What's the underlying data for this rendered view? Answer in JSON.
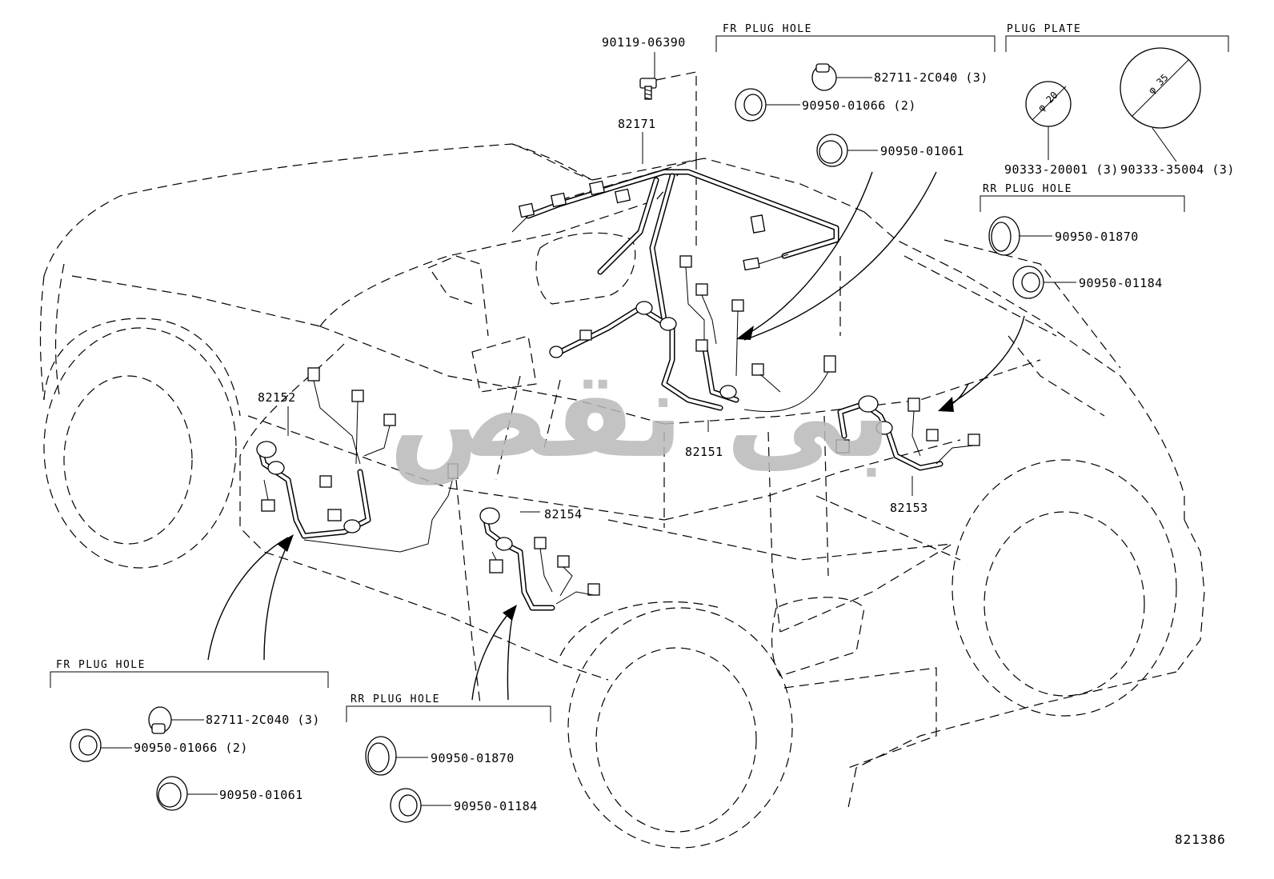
{
  "part_numbers": {
    "clip_bolt": "90119-06390",
    "harness_roof": "82171",
    "harness_front": "82152",
    "harness_floor": "82151",
    "harness_rear_left": "82154",
    "harness_rear_right": "82153"
  },
  "groups": {
    "top_fr": {
      "title": "FR PLUG HOLE",
      "items": [
        "82711-2C040 (3)",
        "90950-01066 (2)",
        "90950-01061"
      ]
    },
    "top_plate": {
      "title": "PLUG PLATE",
      "items": [
        "90333-20001 (3)",
        "90333-35004 (3)"
      ],
      "dims": [
        "φ 20",
        "φ 35"
      ]
    },
    "top_rr": {
      "title": "RR PLUG HOLE",
      "items": [
        "90950-01870",
        "90950-01184"
      ]
    },
    "bottom_fr": {
      "title": "FR PLUG HOLE",
      "items": [
        "82711-2C040 (3)",
        "90950-01066 (2)",
        "90950-01061"
      ]
    },
    "bottom_rr": {
      "title": "RR PLUG HOLE",
      "items": [
        "90950-01870",
        "90950-01184"
      ]
    }
  },
  "watermark": "بی نقص",
  "diagram_ref": "821386",
  "colors": {
    "ink": "#000000",
    "watermark": "#b9b9b9"
  }
}
